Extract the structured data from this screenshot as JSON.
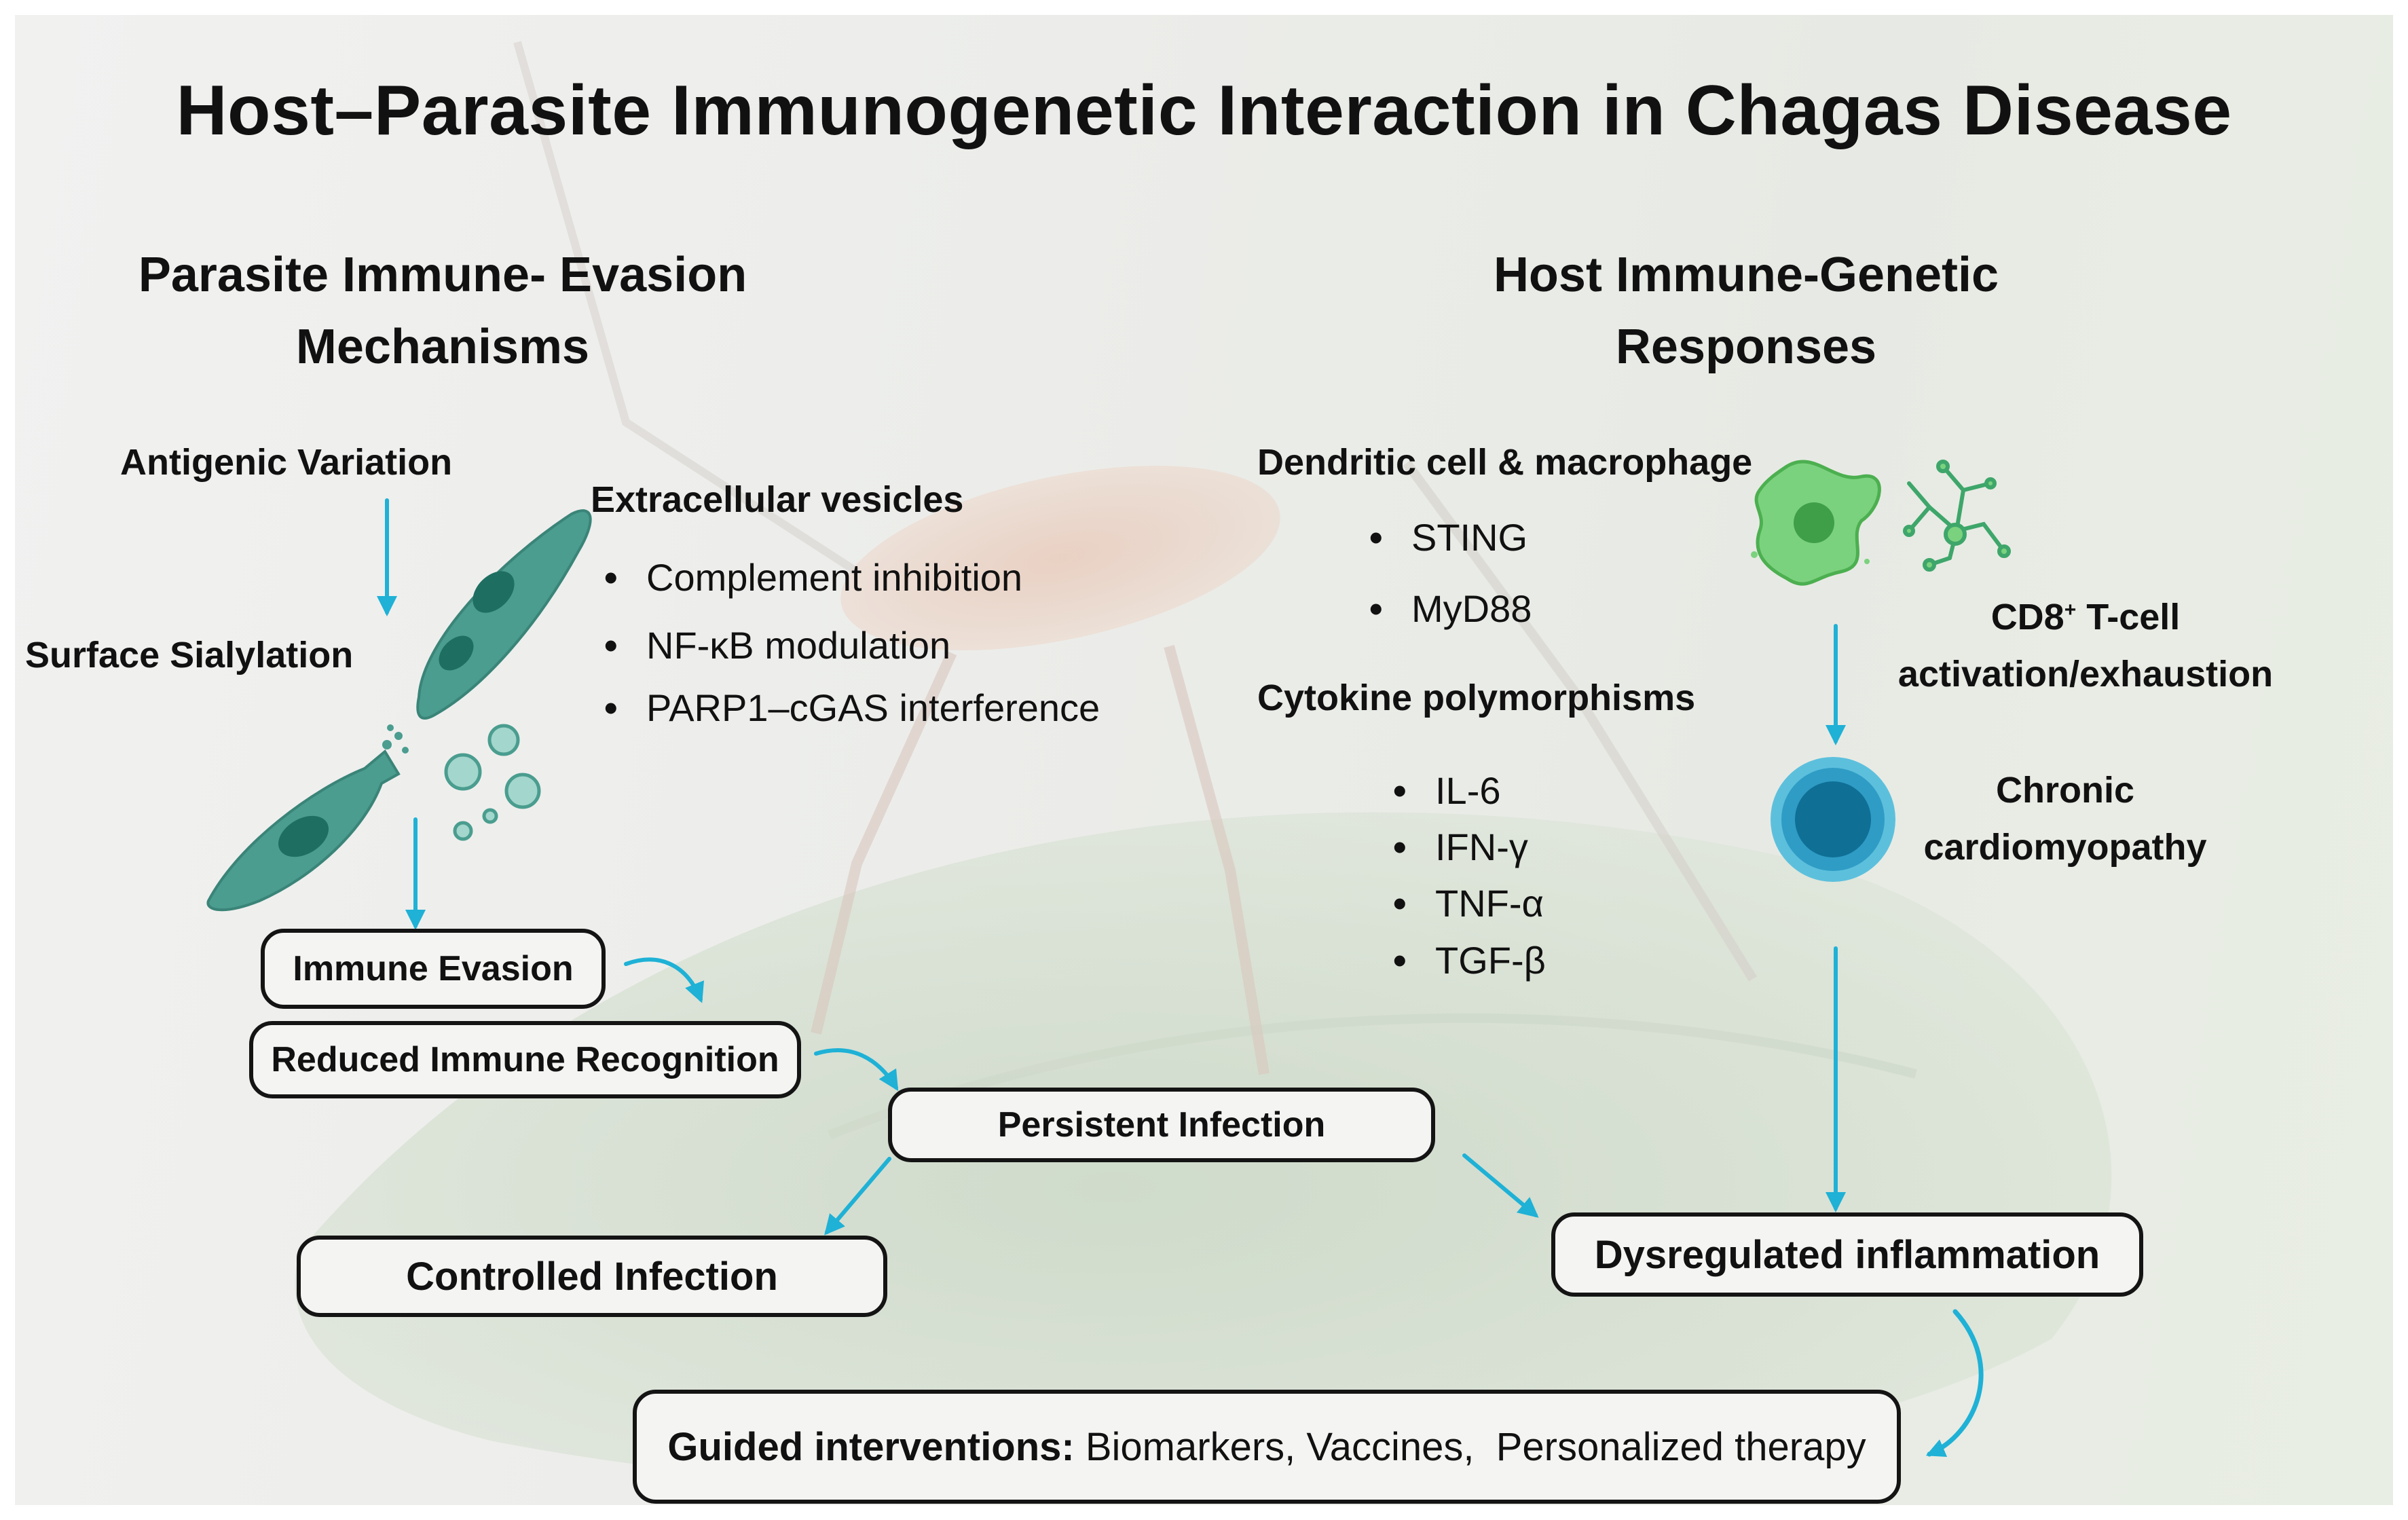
{
  "title": "Host–Parasite Immunogenetic Interaction in Chagas Disease",
  "parasite": {
    "heading_line1": "Parasite Immune- Evasion",
    "heading_line2": "Mechanisms",
    "antigenic_variation": "Antigenic Variation",
    "surface_sialylation": "Surface Sialylation",
    "extracellular_vesicles": "Extracellular vesicles",
    "ev_items": [
      "Complement inhibition",
      "NF-κB modulation",
      "PARP1–cGAS interference"
    ]
  },
  "host": {
    "heading_line1": "Host Immune-Genetic",
    "heading_line2": "Responses",
    "dc_macrophage": "Dendritic cell & macrophage",
    "dc_items": [
      "STING",
      "MyD88"
    ],
    "cytokine_polymorphisms": "Cytokine polymorphisms",
    "cytokine_items": [
      "IL-6",
      "IFN-γ",
      "TNF-α",
      "TGF-β"
    ],
    "cd8_line1_main": "CD8",
    "cd8_line1_sup": "+",
    "cd8_line1_rest": " T-cell",
    "cd8_line2": "activation/exhaustion",
    "chronic_line1": "Chronic",
    "chronic_line2": "cardiomyopathy"
  },
  "flow": {
    "immune_evasion": "Immune Evasion",
    "reduced_recognition": "Reduced Immune Recognition",
    "persistent_infection": "Persistent Infection",
    "controlled_infection": "Controlled Infection",
    "dysregulated_inflammation": "Dysregulated inflammation",
    "guided_label": "Guided interventions:",
    "guided_text": " Biomarkers, Vaccines,  Personalized therapy"
  },
  "colors": {
    "arrow": "#1fb1d6",
    "parasite_fill": "#4a9d8f",
    "parasite_nucleus": "#1f6e62",
    "macrophage": "#7bd27e",
    "tcell": "#1a88b3",
    "box_border": "#141414"
  },
  "icons": [
    "trypanosome-icon",
    "vesicle-icon",
    "macrophage-icon",
    "dendritic-cell-icon",
    "t-cell-icon"
  ]
}
